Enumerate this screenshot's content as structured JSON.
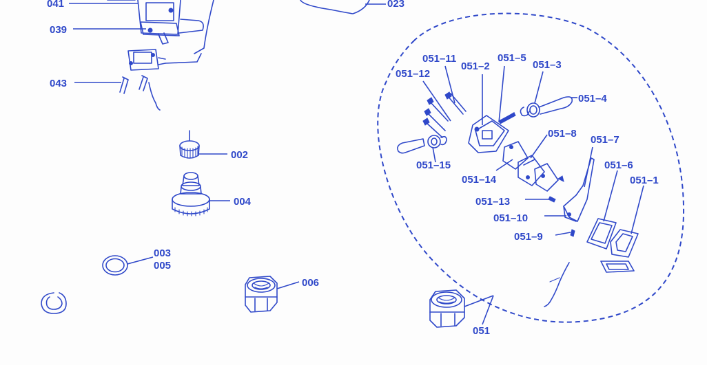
{
  "colors": {
    "ink": "#2f48c9",
    "paper": "#fdfdfd"
  },
  "labels": {
    "l041": "041",
    "l039": "039",
    "l043": "043",
    "l023": "023",
    "l002": "002",
    "l004": "004",
    "l003": "003",
    "l005": "005",
    "l006": "006",
    "l051": "051",
    "l051_1": "051–1",
    "l051_2": "051–2",
    "l051_3": "051–3",
    "l051_4": "051–4",
    "l051_5": "051–5",
    "l051_6": "051–6",
    "l051_7": "051–7",
    "l051_8": "051–8",
    "l051_9": "051–9",
    "l051_10": "051–10",
    "l051_11": "051–11",
    "l051_12": "051–12",
    "l051_13": "051–13",
    "l051_14": "051–14",
    "l051_15": "051–15"
  }
}
